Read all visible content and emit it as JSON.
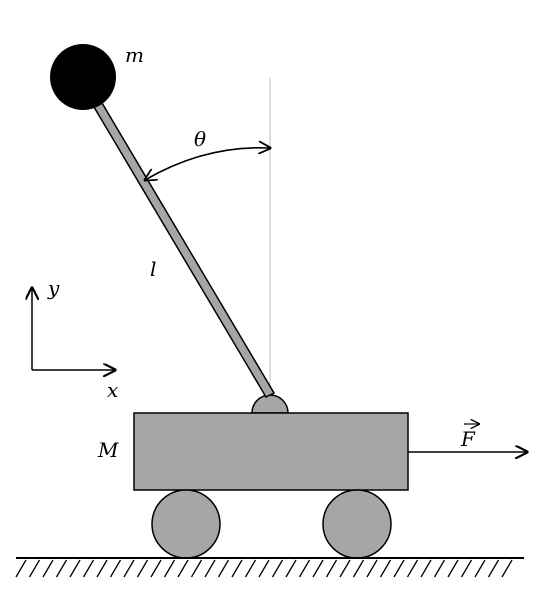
{
  "diagram": {
    "labels": {
      "mass_pendulum": "m",
      "angle": "θ",
      "length": "l",
      "axis_y": "y",
      "axis_x": "x",
      "mass_cart": "M",
      "force": "F"
    },
    "colors": {
      "stroke": "#000000",
      "cart_fill": "#a6a6a6",
      "wheel_fill": "#a6a6a6",
      "rod_fill": "#a6a6a6",
      "bob_fill": "#000000",
      "reference_line": "#bdbdbd"
    }
  }
}
